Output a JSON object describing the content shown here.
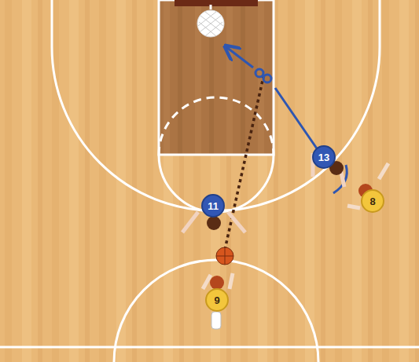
{
  "diagram": {
    "nodes": [
      {
        "text": [
          "13"
        ]
      },
      {
        "text": [
          "8"
        ]
      },
      {
        "text": [
          "11"
        ]
      },
      {
        "text": [
          "9"
        ]
      }
    ]
  }
}
